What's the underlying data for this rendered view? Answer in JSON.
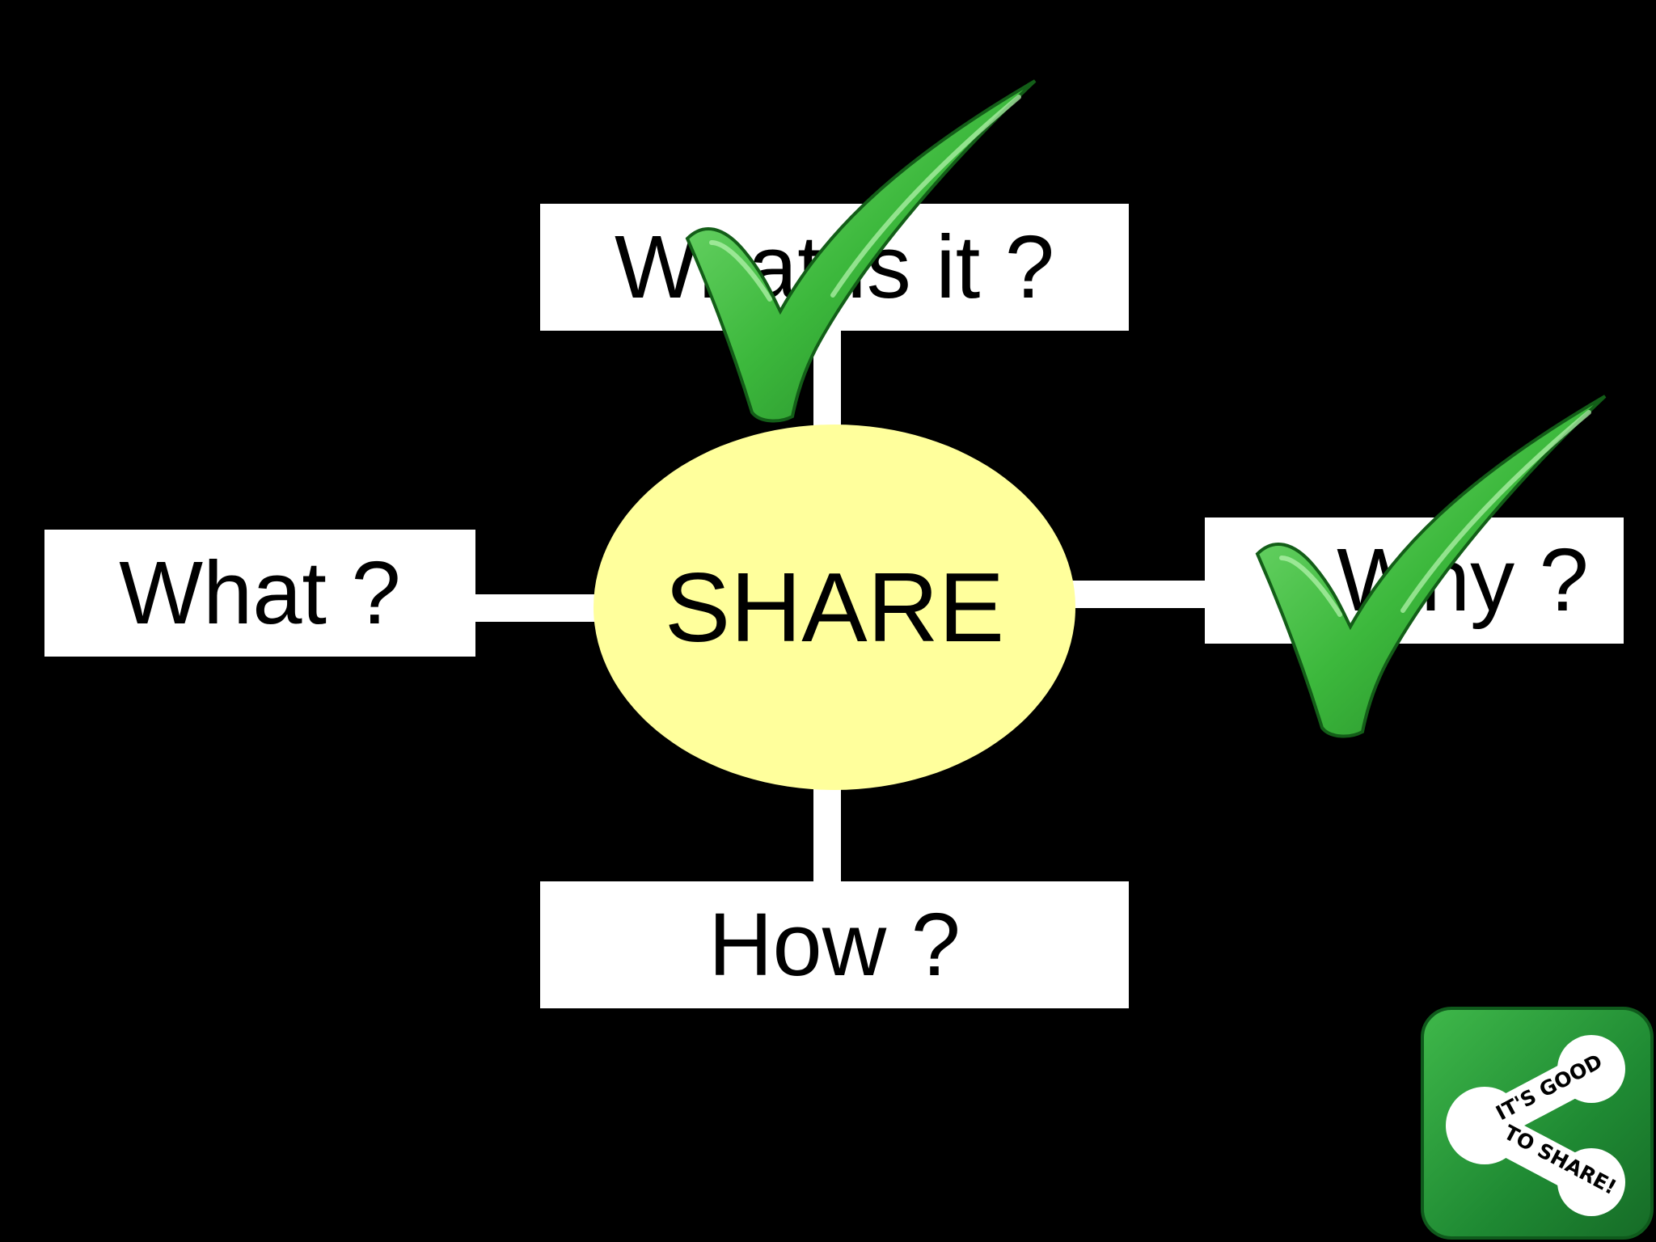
{
  "diagram": {
    "center": {
      "label": "SHARE",
      "color": "#ffff9c"
    },
    "branches": {
      "top": {
        "label": "What is it ?",
        "checked": true
      },
      "left": {
        "label": "What ?",
        "checked": false
      },
      "right": {
        "label": "Why ?",
        "checked": true
      },
      "bottom": {
        "label": "How ?",
        "checked": false
      }
    },
    "colors": {
      "background": "#000000",
      "box": "#ffffff",
      "check": "#3cb83c",
      "logo": "#2a9a3a"
    }
  },
  "logo": {
    "line1": "IT'S GOOD",
    "line2": "TO SHARE!",
    "icon": "share-icon"
  }
}
